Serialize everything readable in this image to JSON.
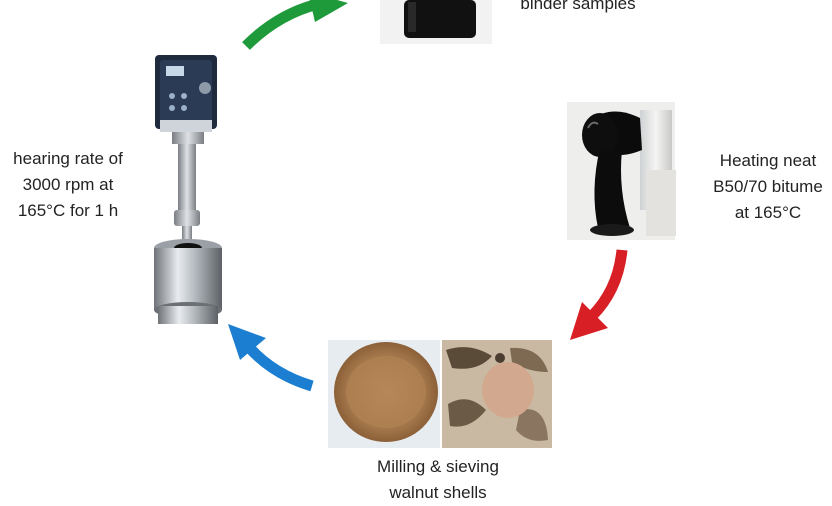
{
  "labels": {
    "top": "binder samples",
    "left": "hearing rate of\n3000 rpm at\n165°C for 1 h",
    "right": "Heating neat\nB50/70 bitume\nat 165°C",
    "bottom": "Milling & sieving\nwalnut shells"
  },
  "arrow_colors": {
    "top_left": "#1e9a3a",
    "right": "#d81f26",
    "bottom_left": "#1b7ed0"
  }
}
